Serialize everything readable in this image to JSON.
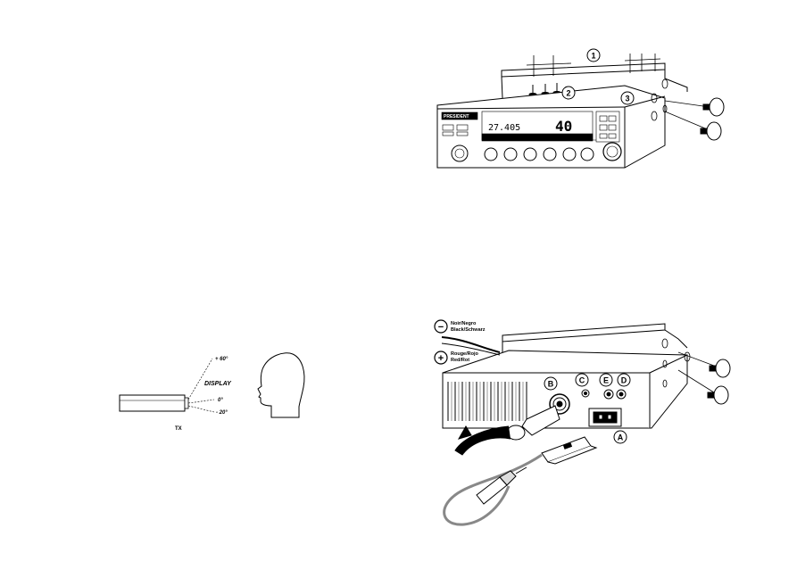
{
  "viewing_angle": {
    "plus60": "+ 60°",
    "display": "DISPLAY",
    "zero": "0°",
    "minus20": "- 20°",
    "tx": "TX"
  },
  "mounting": {
    "callout1": "1",
    "callout2": "2",
    "callout3": "3",
    "brand": "PRESIDENT",
    "lcd_big": "40",
    "lcd_freq": "27.405"
  },
  "rear_connections": {
    "minus_sign": "−",
    "neg_label_1": "Noir/Negro",
    "neg_label_2": "Black/Schwarz",
    "plus_sign": "+",
    "pos_label_1": "Rouge/Rojo",
    "pos_label_2": "Red/Rot",
    "callout_a": "A",
    "callout_b": "B",
    "callout_c": "C",
    "callout_d": "D",
    "callout_e": "E"
  }
}
